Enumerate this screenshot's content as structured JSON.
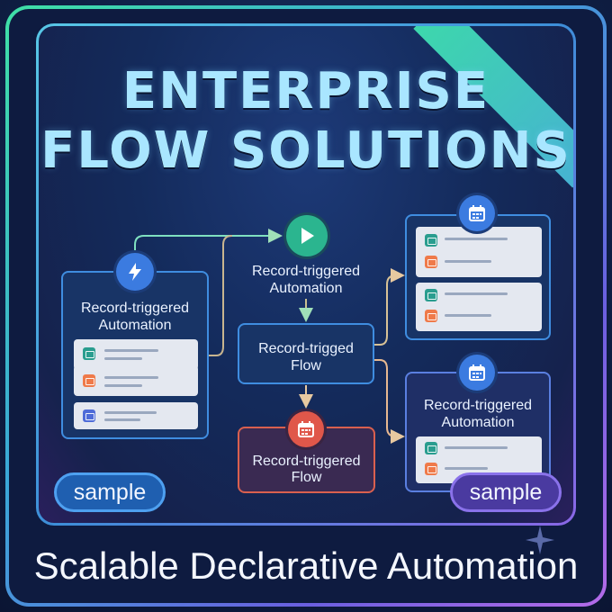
{
  "title_line1": "ENTERPRISE",
  "title_line2": "FLOW SOLUTIONS",
  "left_card": {
    "label_line1": "Record-triggered",
    "label_line2": "Automation",
    "icon": "lightning-icon"
  },
  "top_node": {
    "label_line1": "Record-triggered",
    "label_line2": "Automation",
    "icon": "play-icon"
  },
  "middle_card": {
    "label_line1": "Record-trigged",
    "label_line2": "Flow"
  },
  "bottom_card": {
    "label_line1": "Record-triggered",
    "label_line2": "Flow",
    "icon": "calendar-icon"
  },
  "right_top_card": {
    "icon": "calendar-icon"
  },
  "right_bottom_card": {
    "label_line1": "Record-triggered",
    "label_line2": "Automation",
    "icon": "calendar-icon"
  },
  "badge_left": "sample",
  "badge_right": "sample",
  "subtitle": "Scalable Declarative Automation",
  "colors": {
    "teal_chip": "#2a9d8f",
    "orange_chip": "#ef7a4a",
    "blue_chip": "#4e6bd8",
    "accent_green": "#3fe0a6",
    "accent_purple": "#8a67e6"
  }
}
